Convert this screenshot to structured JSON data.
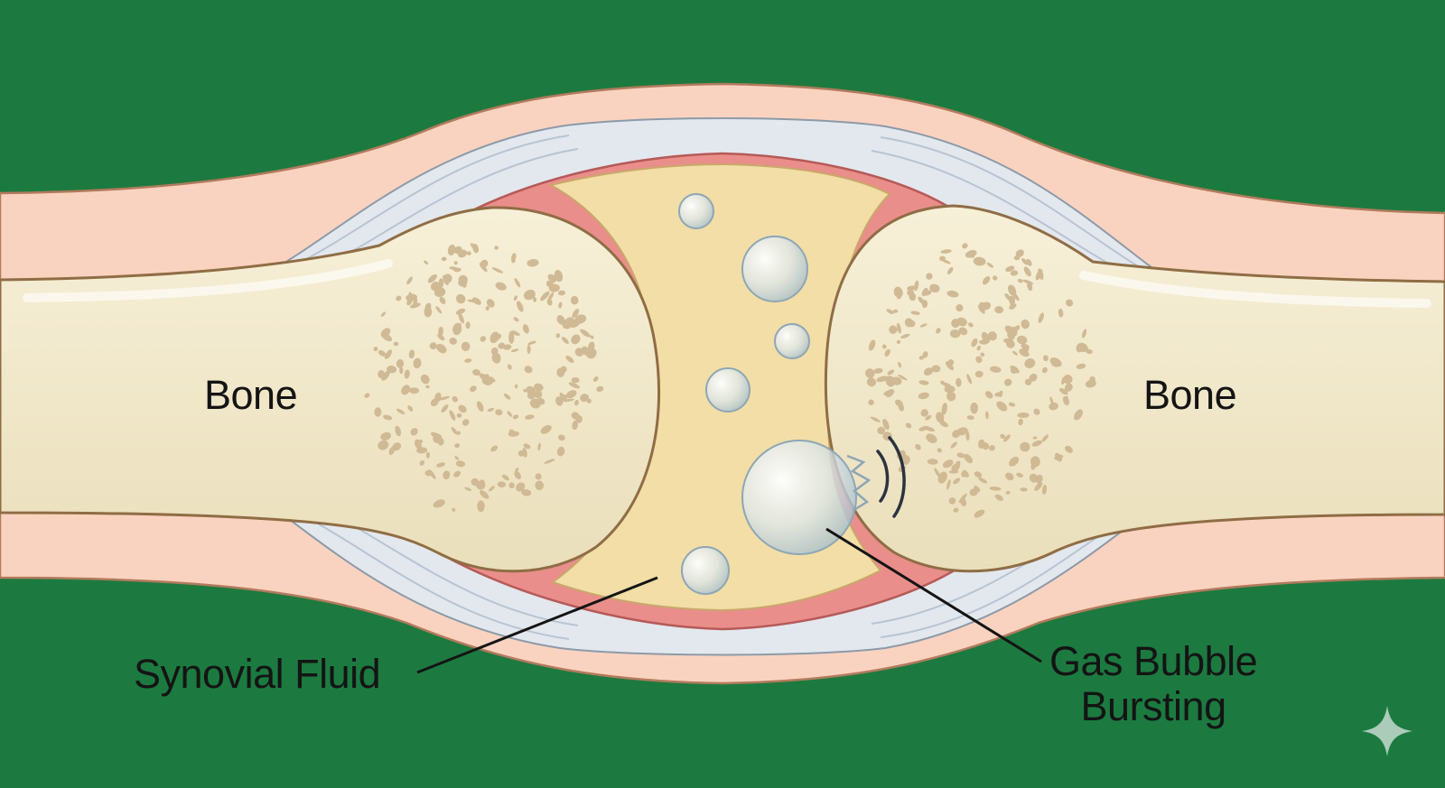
{
  "labels": {
    "bone_left": "Bone",
    "bone_right": "Bone",
    "synovial_fluid": "Synovial Fluid",
    "gas_bubble_line1": "Gas Bubble",
    "gas_bubble_line2": "Bursting"
  },
  "colors": {
    "background": "#1c7a40",
    "skin": "#f9d3c0",
    "bone": "#f1e7c6",
    "synovial_fluid": "#f2dea6",
    "cartilage": "#e88e8b",
    "capsule": "#dfe4ea",
    "bubble": "#d7e4ea"
  },
  "icons": [
    "sparkle-icon"
  ]
}
